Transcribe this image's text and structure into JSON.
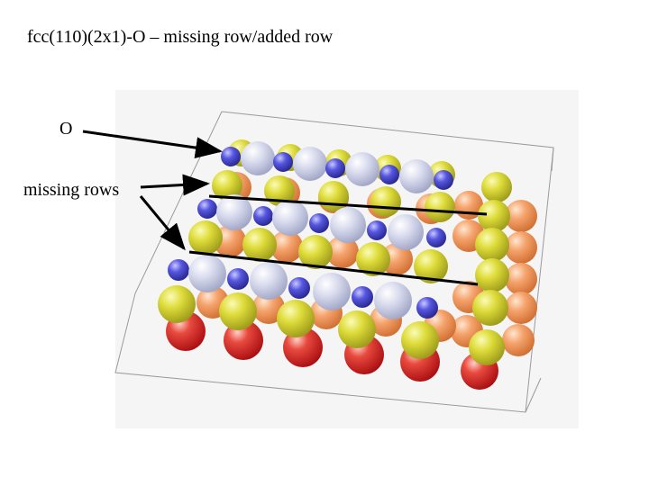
{
  "slide": {
    "title": "fcc(110)(2x1)-O – missing row/added row"
  },
  "labels": {
    "oxygen": "O",
    "missing_rows": "missing rows"
  },
  "colors": {
    "background_panel": "#f5f5f5",
    "substrate_bottom": "#e03434",
    "substrate_middle": "#f2a26a",
    "substrate_top": "#d9d43a",
    "added_row_metal": "#d8dced",
    "oxygen": "#5a5ad8",
    "arrow": "#000000",
    "cell_edge": "#9a9a9a"
  },
  "icons": {
    "oxygen_atom": "blue-sphere",
    "added_row_atom": "lavender-sphere",
    "surface_atom": "yellow-sphere"
  }
}
